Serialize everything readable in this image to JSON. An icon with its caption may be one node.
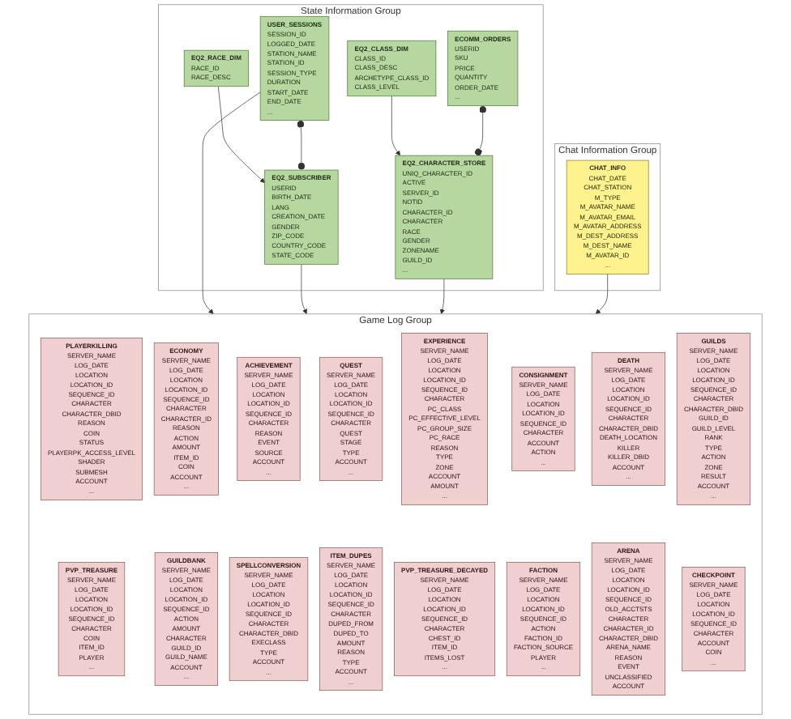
{
  "diagram": {
    "nodes": [
      {
        "text": [
          "State Information Group"
        ]
      },
      {
        "text": [
          "EQ2_RACE_DIM",
          "RACE_ID",
          "RACE_DESC"
        ],
        "in": 0
      },
      {
        "text": [
          "EQ2_CLASS_DIM",
          "CLASS_ID",
          "CLASS_DESC",
          "ARCHETYPE_CLASS_ID",
          "CLASS_LEVEL"
        ],
        "in": 0
      },
      {
        "text": [
          "ECOMM_ORDERS",
          "USERID",
          "SKU",
          "PRICE",
          "QUANTITY",
          "ORDER_DATE",
          "..."
        ],
        "in": 0
      },
      {
        "text": [
          "USER_SESSIONS",
          "SESSION_ID",
          "LOGGED_DATE",
          "STATION_NAME",
          "STATION_ID",
          "SESSION_TYPE",
          "DURATION",
          "START_DATE",
          "END_DATE",
          "..."
        ],
        "in": 0
      },
      {
        "text": [
          "EQ2_SUBSCRIBER",
          "USERID",
          "BIRTH_DATE",
          "LANG",
          "CREATION_DATE",
          "GENDER",
          "ZIP_CODE",
          "COUNTRY_CODE",
          "STATE_CODE"
        ],
        "in": 0
      },
      {
        "text": [
          "EQ2_CHARACTER_STORE",
          "UNIQ_CHARACTER_ID",
          "ACTIVE",
          "SERVER_ID",
          "NOTID",
          "CHARACTER_ID",
          "CHARACTER",
          "RACE",
          "GENDER",
          "ZONENAME",
          "GUILD_ID",
          "..."
        ],
        "in": 0
      },
      {
        "text": [
          "Chat Information Group"
        ]
      },
      {
        "text": [
          "CHAT_INFO",
          "CHAT_DATE",
          "CHAT_STATION",
          "M_TYPE",
          "M_AVATAR_NAME",
          "M_AVATAR_EMAIL",
          "M_AVATAR_ADDRESS",
          "M_DEST_ADDRESS",
          "M_DEST_NAME",
          "M_AVATAR_ID",
          "..."
        ],
        "in": 7
      },
      {
        "text": [
          "Game Log Group"
        ]
      },
      {
        "text": [
          "PLAYERKILLING",
          "SERVER_NAME",
          "LOG_DATE",
          "LOCATION",
          "LOCATION_ID",
          "SEQUENCE_ID",
          "CHARACTER",
          "CHARACTER_DBID",
          "REASON",
          "COIN",
          "STATUS",
          "PLAYERPK_ACCESS_LEVEL",
          "SHADER",
          "SUBMESH",
          "ACCOUNT",
          "..."
        ],
        "in": 9
      },
      {
        "text": [
          "ECONOMY",
          "SERVER_NAME",
          "LOG_DATE",
          "LOCATION",
          "LOCATION_ID",
          "SEQUENCE_ID",
          "CHARACTER",
          "CHARACTER_ID",
          "REASON",
          "ACTION",
          "AMOUNT",
          "ITEM_ID",
          "COIN",
          "ACCOUNT",
          "..."
        ],
        "in": 9
      },
      {
        "text": [
          "ACHIEVEMENT",
          "SERVER_NAME",
          "LOG_DATE",
          "LOCATION",
          "LOCATION_ID",
          "SEQUENCE_ID",
          "CHARACTER",
          "REASON",
          "EVENT",
          "SOURCE",
          "ACCOUNT",
          "..."
        ],
        "in": 9
      },
      {
        "text": [
          "QUEST",
          "SERVER_NAME",
          "LOG_DATE",
          "LOCATION",
          "LOCATION_ID",
          "SEQUENCE_ID",
          "CHARACTER",
          "QUEST",
          "STAGE",
          "TYPE",
          "ACCOUNT",
          "..."
        ],
        "in": 9
      },
      {
        "text": [
          "EXPERIENCE",
          "SERVER_NAME",
          "LOG_DATE",
          "LOCATION",
          "LOCATION_ID",
          "SEQUENCE_ID",
          "CHARACTER",
          "PC_CLASS",
          "PC_EFFECTIVE_LEVEL",
          "PC_GROUP_SIZE",
          "PC_RACE",
          "REASON",
          "TYPE",
          "ZONE",
          "ACCOUNT",
          "AMOUNT",
          "..."
        ],
        "in": 9
      },
      {
        "text": [
          "CONSIGNMENT",
          "SERVER_NAME",
          "LOG_DATE",
          "LOCATION",
          "LOCATION_ID",
          "SEQUENCE_ID",
          "CHARACTER",
          "ACCOUNT",
          "ACTION",
          "..."
        ],
        "in": 9
      },
      {
        "text": [
          "DEATH",
          "SERVER_NAME",
          "LOG_DATE",
          "LOCATION",
          "LOCATION_ID",
          "SEQUENCE_ID",
          "CHARACTER",
          "CHARACTER_DBID",
          "DEATH_LOCATION",
          "KILLER",
          "KILLER_DBID",
          "ACCOUNT",
          "..."
        ],
        "in": 9
      },
      {
        "text": [
          "GUILDS",
          "SERVER_NAME",
          "LOG_DATE",
          "LOCATION",
          "LOCATION_ID",
          "SEQUENCE_ID",
          "CHARACTER",
          "CHARACTER_DBID",
          "GUILD_ID",
          "GUILD_LEVEL",
          "RANK",
          "TYPE",
          "ACTION",
          "ZONE",
          "RESULT",
          "ACCOUNT",
          "..."
        ],
        "in": 9
      },
      {
        "text": [
          "PVP_TREASURE",
          "SERVER_NAME",
          "LOG_DATE",
          "LOCATION",
          "LOCATION_ID",
          "SEQUENCE_ID",
          "CHARACTER",
          "COIN",
          "ITEM_ID",
          "PLAYER",
          "..."
        ],
        "in": 9
      },
      {
        "text": [
          "GUILDBANK",
          "SERVER_NAME",
          "LOG_DATE",
          "LOCATION",
          "LOCATION_ID",
          "SEQUENCE_ID",
          "ACTION",
          "AMOUNT",
          "CHARACTER",
          "GUILD_ID",
          "GUILD_NAME",
          "ACCOUNT",
          "..."
        ],
        "in": 9
      },
      {
        "text": [
          "SPELLCONVERSION",
          "SERVER_NAME",
          "LOG_DATE",
          "LOCATION",
          "LOCATION_ID",
          "SEQUENCE_ID",
          "CHARACTER",
          "CHARACTER_DBID",
          "EXECLASS",
          "TYPE",
          "ACCOUNT",
          "..."
        ],
        "in": 9
      },
      {
        "text": [
          "ITEM_DUPES",
          "SERVER_NAME",
          "LOG_DATE",
          "LOCATION",
          "LOCATION_ID",
          "SEQUENCE_ID",
          "CHARACTER",
          "DUPED_FROM",
          "DUPED_TO",
          "AMOUNT",
          "REASON",
          "TYPE",
          "ACCOUNT",
          "..."
        ],
        "in": 9
      },
      {
        "text": [
          "PVP_TREASURE_DECAYED",
          "SERVER_NAME",
          "LOG_DATE",
          "LOCATION",
          "LOCATION_ID",
          "SEQUENCE_ID",
          "CHARACTER",
          "CHEST_ID",
          "ITEM_ID",
          "ITEMS_LOST",
          "..."
        ],
        "in": 9
      },
      {
        "text": [
          "FACTION",
          "SERVER_NAME",
          "LOG_DATE",
          "LOCATION",
          "LOCATION_ID",
          "SEQUENCE_ID",
          "ACTION",
          "FACTION_ID",
          "FACTION_SOURCE",
          "PLAYER",
          "..."
        ],
        "in": 9
      },
      {
        "text": [
          "ARENA",
          "SERVER_NAME",
          "LOG_DATE",
          "LOCATION",
          "LOCATION_ID",
          "SEQUENCE_ID",
          "OLD_ACCTSTS",
          "CHARACTER",
          "CHARACTER_ID",
          "CHARACTER_DBID",
          "ARENA_NAME",
          "REASON",
          "EVENT",
          "UNCLASSIFIED",
          "ACCOUNT"
        ],
        "in": 9
      },
      {
        "text": [
          "CHECKPOINT",
          "SERVER_NAME",
          "LOG_DATE",
          "LOCATION",
          "LOCATION_ID",
          "SEQUENCE_ID",
          "CHARACTER",
          "ACCOUNT",
          "COIN",
          "..."
        ],
        "in": 9
      }
    ],
    "edges": [
      {
        "from": 1,
        "to": 5,
        "arrow": "to"
      },
      {
        "from": 2,
        "to": 6,
        "arrow": "to"
      },
      {
        "from": 3,
        "to": 6,
        "arrow": "other"
      },
      {
        "from": 4,
        "to": 5,
        "arrow": "other"
      },
      {
        "from": 4,
        "to": 9,
        "arrow": "to"
      },
      {
        "from": 5,
        "to": 9,
        "arrow": "to"
      },
      {
        "from": 6,
        "to": 9,
        "arrow": "to"
      },
      {
        "from": 8,
        "to": 9,
        "arrow": "to"
      }
    ]
  }
}
